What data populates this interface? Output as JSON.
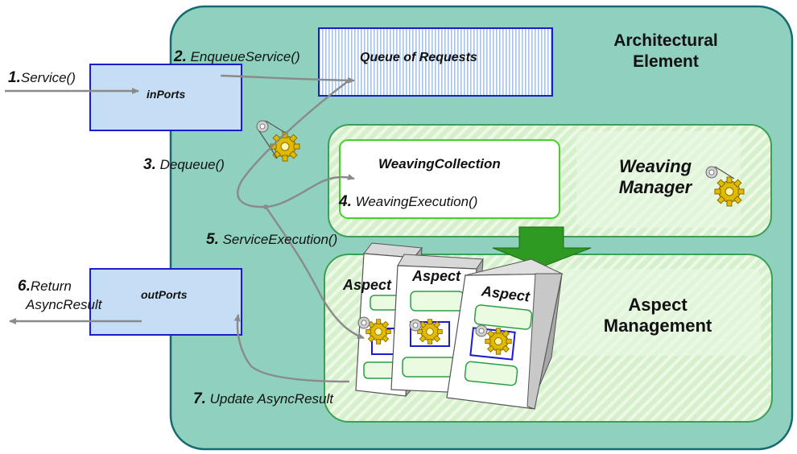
{
  "architectural_element": {
    "title_line1": "Architectural",
    "title_line2": "Element"
  },
  "queue": {
    "label": "Queue of Requests"
  },
  "in_ports": {
    "label": "inPorts"
  },
  "out_ports": {
    "label": "outPorts"
  },
  "weaving_manager": {
    "title_line1": "Weaving",
    "title_line2": "Manager"
  },
  "weaving_collection": {
    "label": "WeavingCollection"
  },
  "aspect_management": {
    "title_line1": "Aspect",
    "title_line2": "Management"
  },
  "aspects": [
    {
      "label": "Aspect"
    },
    {
      "label": "Aspect"
    },
    {
      "label": "Aspect"
    }
  ],
  "steps": {
    "s1": {
      "num": "1.",
      "text": "Service()"
    },
    "s2": {
      "num": "2.",
      "text": "EnqueueService()"
    },
    "s3": {
      "num": "3.",
      "text": "Dequeue()"
    },
    "s4": {
      "num": "4.",
      "text": "WeavingExecution()"
    },
    "s5": {
      "num": "5.",
      "text": "ServiceExecution()"
    },
    "s6": {
      "num": "6.",
      "text_line1": "Return",
      "text_line2": "AsyncResult"
    },
    "s7": {
      "num": "7.",
      "text": "Update AsyncResult"
    }
  },
  "colors": {
    "container_fill": "#8fd0be",
    "container_stroke": "#156a72",
    "port_fill": "#c6ddf6",
    "port_stroke": "#1b1bd0",
    "green_panel": "#d9f2d0",
    "green_stroke": "#3aa055",
    "big_arrow": "#2f9a22",
    "gear": "#d4b000"
  }
}
